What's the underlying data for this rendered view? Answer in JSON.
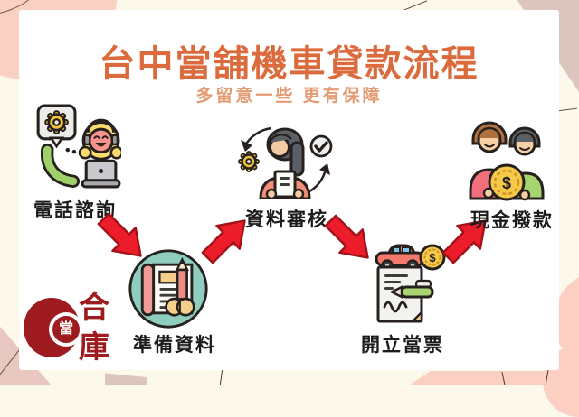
{
  "page": {
    "title": "台中當舖機車貸款流程",
    "subtitle": "多留意一些 更有保障"
  },
  "steps": [
    {
      "order": 1,
      "label": "電話諮詢",
      "icon": "phone-consultation-icon",
      "position": "top-left"
    },
    {
      "order": 2,
      "label": "準備資料",
      "icon": "prepare-documents-icon",
      "position": "bottom-left"
    },
    {
      "order": 3,
      "label": "資料審核",
      "icon": "document-review-icon",
      "position": "top-center"
    },
    {
      "order": 4,
      "label": "開立當票",
      "icon": "pawn-ticket-icon",
      "position": "bottom-right"
    },
    {
      "order": 5,
      "label": "現金撥款",
      "icon": "cash-disbursement-icon",
      "position": "top-right"
    }
  ],
  "arrows": [
    {
      "from": "電話諮詢",
      "to": "準備資料",
      "direction": "down-right"
    },
    {
      "from": "準備資料",
      "to": "資料審核",
      "direction": "up-right"
    },
    {
      "from": "資料審核",
      "to": "開立當票",
      "direction": "down-right"
    },
    {
      "from": "開立當票",
      "to": "現金撥款",
      "direction": "up-right"
    }
  ],
  "logo": {
    "badge_char": "當",
    "name_top": "合",
    "name_bottom": "庫"
  },
  "symbols": {
    "dollar": "$"
  },
  "colors": {
    "background": "#FCF8EB",
    "card": "#FFFFFF",
    "title": "#DB6B3D",
    "subtitle": "#E59B72",
    "label_text": "#1B1B1B",
    "arrow_red": "#EC1C2A",
    "logo_red": "#9E1C20",
    "pink_accent": "#FAD0C3",
    "mauve_accent": "#DCC4BF",
    "teal_accent": "#8FCDBE",
    "coin_gold": "#F7C948"
  }
}
